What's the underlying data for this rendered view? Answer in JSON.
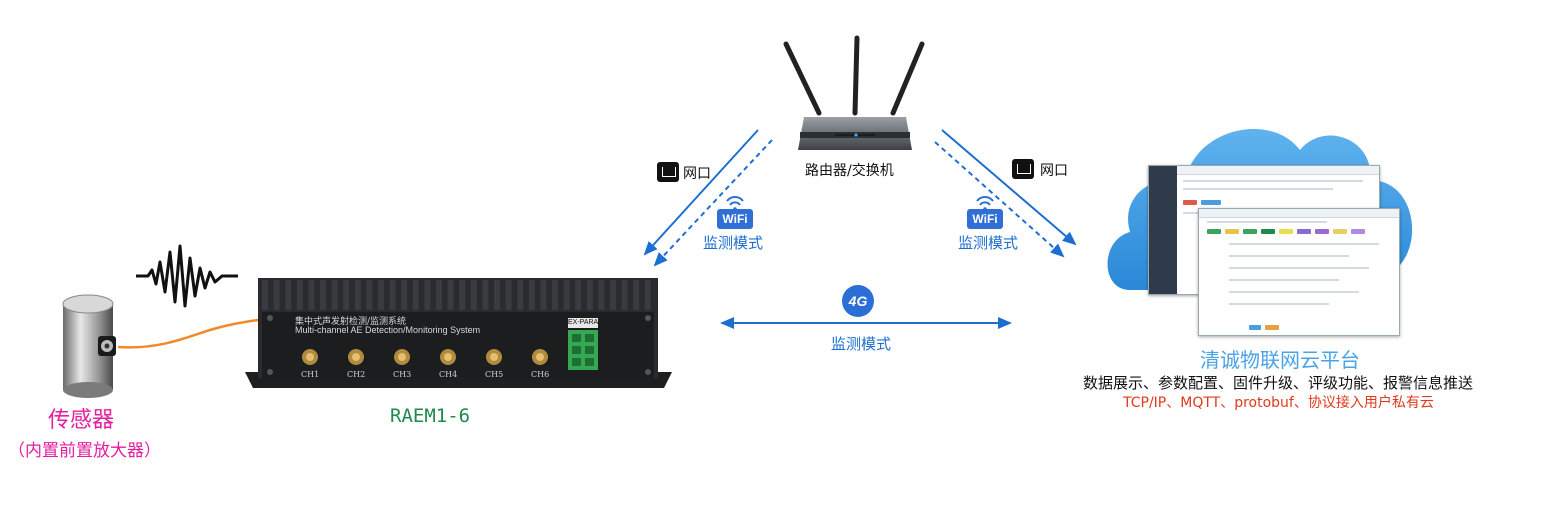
{
  "router": {
    "label": "路由器/交换机"
  },
  "links": {
    "left": {
      "net_label": "网口",
      "wifi_badge": "WiFi",
      "mode_label": "监测模式"
    },
    "right": {
      "net_label": "网口",
      "wifi_badge": "WiFi",
      "mode_label": "监测模式"
    },
    "cellular": {
      "badge": "4G",
      "mode_label": "监测模式"
    }
  },
  "sensor": {
    "title": "传感器",
    "subtitle": "（内置前置放大器）"
  },
  "device": {
    "name": "RAEM1-6",
    "panel_title_cn": "集中式声发射检测/监测系统",
    "panel_title_en": "Multi-channel AE Detection/Monitoring System",
    "brand": "EX-PARA",
    "channels": [
      "CH1",
      "CH2",
      "CH3",
      "CH4",
      "CH5",
      "CH6"
    ]
  },
  "cloud": {
    "title": "清诚物联网云平台",
    "features": "数据展示、参数配置、固件升级、评级功能、报警信息推送",
    "protocols": "TCP/IP、MQTT、protobuf、协议接入用户私有云"
  },
  "colors": {
    "arrow": "#1c6fd1",
    "sensor_text": "#e61e9e",
    "device_name": "#1f8a4c",
    "cloud_title": "#4aa3e8",
    "protocol_text": "#e03a1c",
    "cable": "#f08a2a"
  }
}
